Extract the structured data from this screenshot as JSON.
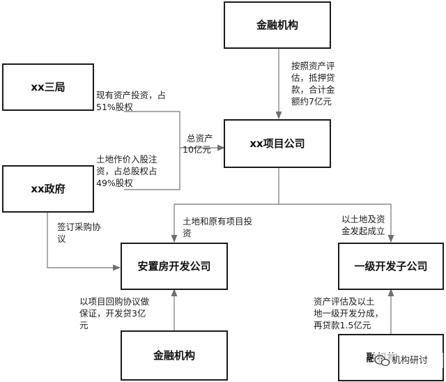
{
  "nodes": {
    "finance_top": "金融机构",
    "xx_bureau": "xx三局",
    "project_co": "xx项目公司",
    "xx_gov": "xx政府",
    "resettlement_co": "安置房开发公司",
    "level1_sub": "一级开发子公司",
    "finance_bottom": "金融机构",
    "finance_bottom_right": "融机构"
  },
  "notes": {
    "appraisal_loan": [
      "按照资产评",
      "估，抵押贷",
      "款，合计金",
      "额约7亿元"
    ],
    "bureau_invest": [
      "现有资产投资，占",
      "51%股权"
    ],
    "total_assets": [
      "总资产",
      "10亿元"
    ],
    "land_invest": [
      "土地作价入股注",
      "资，占总股权占",
      "49%股权"
    ],
    "land_project_invest": [
      "土地和原有项目投",
      "资"
    ],
    "land_capital": [
      "以土地及资",
      "金发起成立"
    ],
    "purchase_agreement": [
      "签订采购协",
      "议"
    ],
    "buyback_loan": [
      "以项目回购协议做",
      "保证，开发贷3亿",
      "元"
    ],
    "asset_split_loan": [
      "资产评估及以土",
      "地一级开发分成，",
      "再贷款1.5亿元"
    ]
  },
  "watermark": "机构研讨",
  "colors": {
    "box_border": "#1a1a1a",
    "edge": "#8a8a8a",
    "text": "#111111"
  }
}
